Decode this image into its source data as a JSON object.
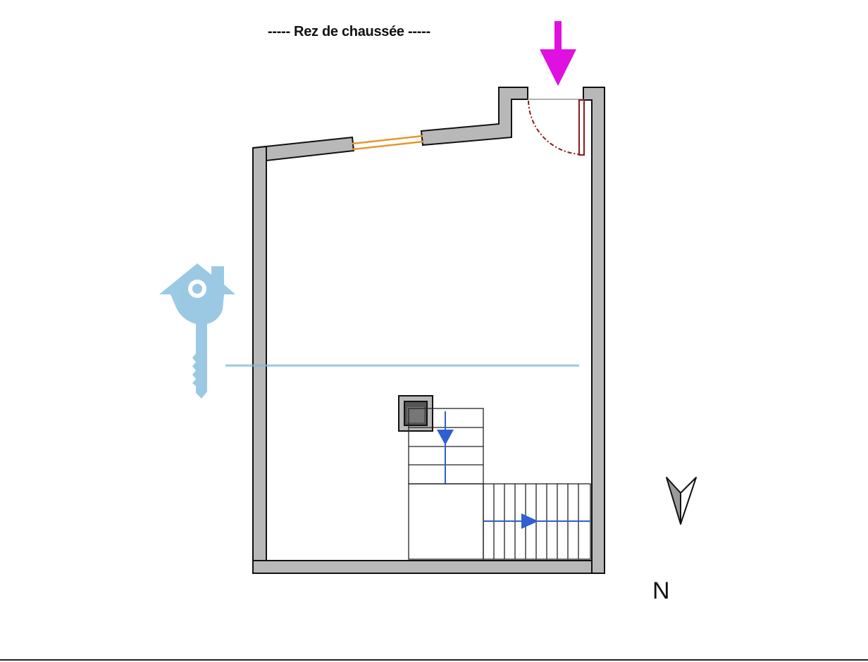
{
  "floor": {
    "title": "----- Rez de chaussée -----"
  },
  "compass": {
    "label": "N"
  },
  "colors": {
    "wall_fill": "#b8b8b8",
    "wall_stroke": "#111111",
    "window": "#e8962f",
    "door": "#8b1a1a",
    "entrance_arrow": "#e010e0",
    "stair_arrow": "#2f5fd0",
    "watermark": "#7ab8dc"
  },
  "icons": {
    "entrance": "entrance-arrow-icon",
    "compass": "north-arrow-icon",
    "watermark": "house-key-logo"
  }
}
